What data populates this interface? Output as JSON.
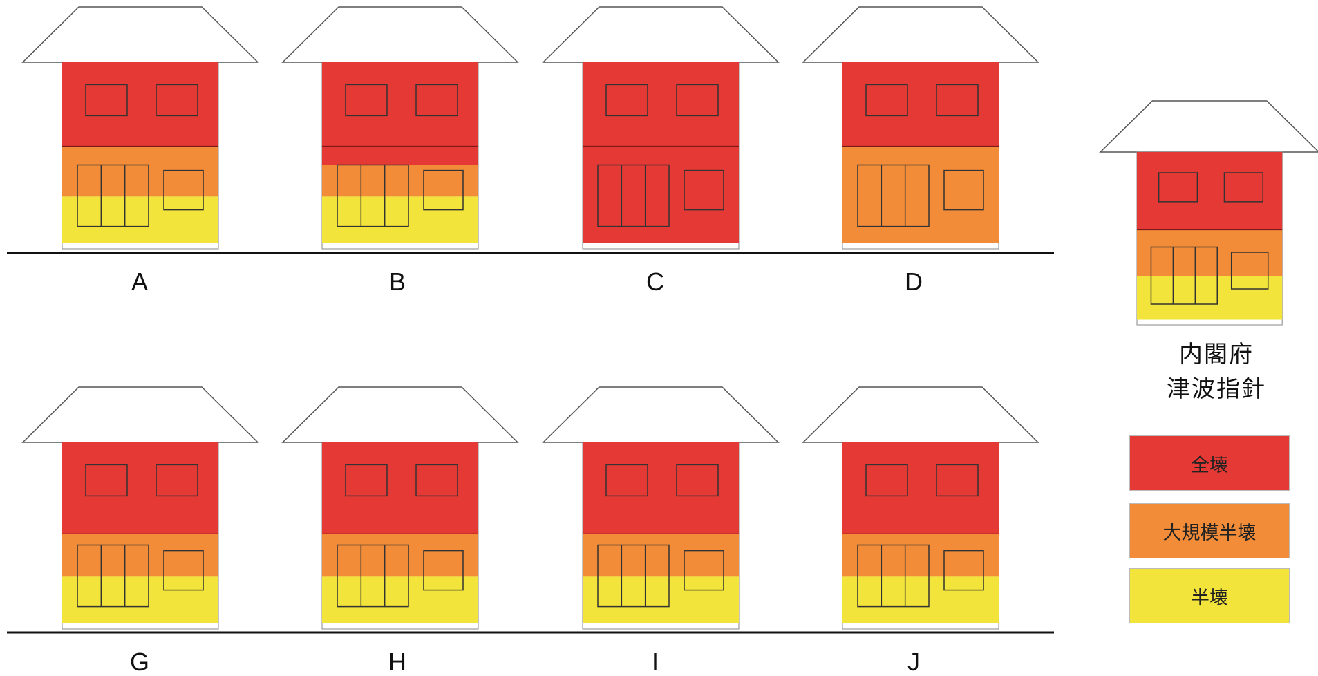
{
  "colors": {
    "zenkai": "#e53935",
    "daikibo": "#f28c38",
    "hankai": "#f2e43a",
    "roof": "#ffffff",
    "outline": "#333333"
  },
  "houses": [
    {
      "label": "A",
      "bands": [
        "zenkai",
        "daikibo",
        "hankai"
      ],
      "levels": [
        0.45,
        0.72
      ]
    },
    {
      "label": "B",
      "bands": [
        "zenkai",
        "daikibo",
        "hankai"
      ],
      "levels": [
        0.45,
        0.55,
        0.72
      ]
    },
    {
      "label": "C",
      "bands": [
        "zenkai"
      ],
      "levels": []
    },
    {
      "label": "D",
      "bands": [
        "zenkai",
        "daikibo",
        "hankai"
      ],
      "levels": [
        0.45,
        0.97
      ]
    },
    {
      "label": "G",
      "bands": [
        "zenkai",
        "daikibo",
        "hankai"
      ],
      "levels": [
        0.49,
        0.72
      ]
    },
    {
      "label": "H",
      "bands": [
        "zenkai",
        "daikibo",
        "hankai"
      ],
      "levels": [
        0.49,
        0.72
      ]
    },
    {
      "label": "I",
      "bands": [
        "zenkai",
        "daikibo",
        "hankai"
      ],
      "levels": [
        0.49,
        0.72
      ]
    },
    {
      "label": "J",
      "bands": [
        "zenkai",
        "daikibo",
        "hankai"
      ],
      "levels": [
        0.49,
        0.72
      ]
    }
  ],
  "reference": {
    "caption_line1": "内閣府",
    "caption_line2": "津波指針",
    "bands": [
      "zenkai",
      "daikibo",
      "hankai"
    ],
    "levels": [
      0.45,
      0.72
    ]
  },
  "legend": [
    {
      "label": "全壊",
      "color": "zenkai"
    },
    {
      "label": "大規模半壊",
      "color": "daikibo"
    },
    {
      "label": "半壊",
      "color": "hankai"
    }
  ]
}
